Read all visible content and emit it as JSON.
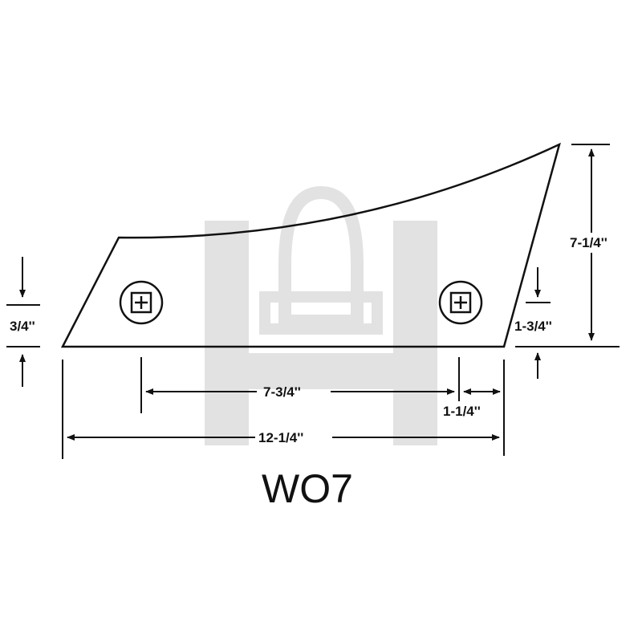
{
  "part_number": "WO7",
  "dimensions": {
    "hole_offset_vertical": "3/4''",
    "overall_height": "7-1/4''",
    "right_hole_height": "1-3/4''",
    "hole_spacing": "7-3/4''",
    "right_hole_offset": "1-1/4''",
    "overall_length": "12-1/4''"
  },
  "colors": {
    "line": "#111111",
    "watermark": "#e2e2e2"
  }
}
